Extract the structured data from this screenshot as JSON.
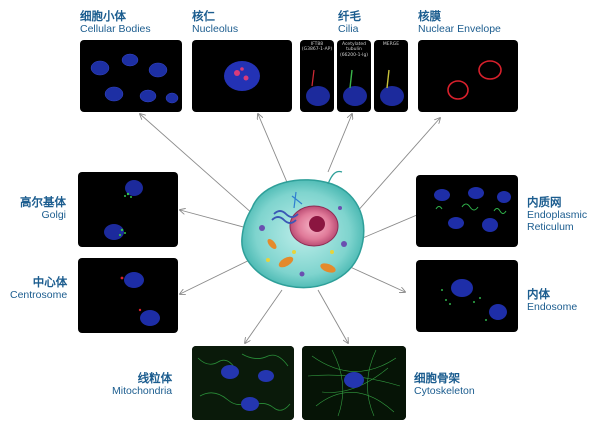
{
  "organelles": {
    "cellular_bodies": {
      "zh": "细胞小体",
      "en": "Cellular Bodies"
    },
    "nucleolus": {
      "zh": "核仁",
      "en": "Nucleolus"
    },
    "cilia": {
      "zh": "纤毛",
      "en": "Cilia",
      "sub_captions": [
        "IFT88\n(G3867-1-AP)",
        "Acetylated\ntubulin\n(66200-1-Ig)",
        "MERGE"
      ]
    },
    "nuclear_envelope": {
      "zh": "核膜",
      "en": "Nuclear Envelope"
    },
    "golgi": {
      "zh": "高尔基体",
      "en": "Golgi"
    },
    "er": {
      "zh": "内质网",
      "en_line1": "Endoplasmic",
      "en_line2": "Reticulum"
    },
    "centrosome": {
      "zh": "中心体",
      "en": "Centrosome"
    },
    "endosome": {
      "zh": "内体",
      "en": "Endosome"
    },
    "mitochondria": {
      "zh": "线粒体",
      "en": "Mitochondria"
    },
    "cytoskeleton": {
      "zh": "细胞骨架",
      "en": "Cytoskeleton"
    }
  },
  "colors": {
    "label": "#1c5d8f",
    "nucleus_stain": "#2431b8",
    "green_stain": "#34b34a",
    "red_stain": "#d21e2a",
    "arrow": "#8a8a8a",
    "cell_body": "#5ec8c2"
  }
}
